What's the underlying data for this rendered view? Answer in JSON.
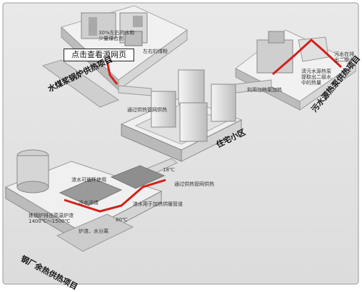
{
  "link": {
    "text": "点击查看源网页"
  },
  "titles": {
    "top_left": "水煤浆锅炉供热项目",
    "top_right": "污水源热泵供热项目",
    "center": "住宅小区",
    "bottom_left": "钢厂余热供热项目"
  },
  "labels": {
    "coal_slurry": "30%左右的水和\n少量煤合剂",
    "coal_powder": "左右的煤粉",
    "heat_net_center": "通过供热管网供热",
    "heat_pump": "利用加热泵加热",
    "sewage_discharge": "污水在排\n出二级水",
    "sewage_extract": "清污水源热泵\n提取出二级水\n中的热量",
    "temp_18": "18℃",
    "heat_net_bottom": "通过供热管网供热",
    "water_recycle": "渣水可循环使用",
    "cold_water": "冷水冲渣",
    "water_heating": "渣水用于加热供暖管道",
    "temp_80": "80℃",
    "furnace_slag": "炼钢炉排出高温炉渣\n1400℃～1500℃",
    "slag_sep": "炉渣、水分离"
  },
  "colors": {
    "flow_arrow": "#d4201a",
    "platform_top": "#f2f2f2",
    "platform_side": "#c4c4c4",
    "building": "#d8d8d8"
  }
}
